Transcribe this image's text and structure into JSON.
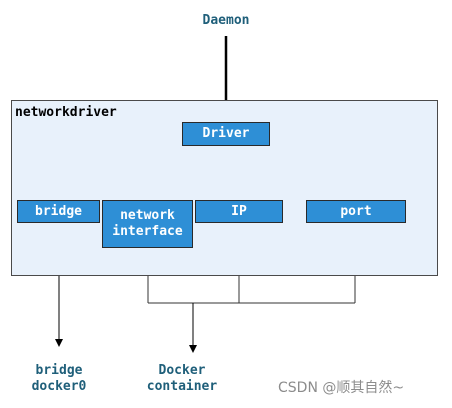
{
  "top_label": "Daemon",
  "container_title": "networkdriver",
  "nodes": {
    "driver": "Driver",
    "bridge": "bridge",
    "network_interface": "network\ninterface",
    "ip": "IP",
    "port": "port"
  },
  "bottom_left": {
    "line1": "bridge",
    "line2": "docker0"
  },
  "bottom_right": {
    "line1": "Docker",
    "line2": "container"
  },
  "watermark": "CSDN @顺其自然~",
  "colors": {
    "box_fill": "#2e8fd6",
    "frame_fill": "#e8f1fb",
    "label_text": "#1f5f7a"
  }
}
